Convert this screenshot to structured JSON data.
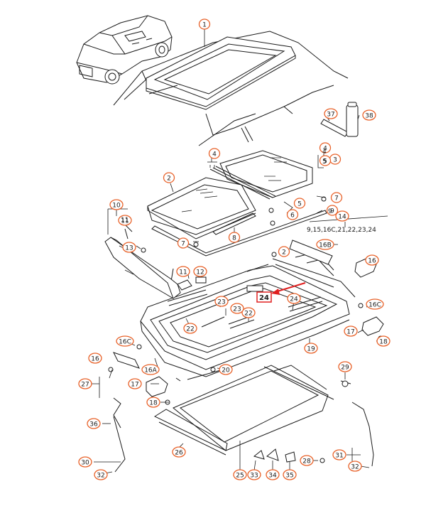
{
  "diagram": {
    "callouts": [
      {
        "id": "c1",
        "text": "1"
      },
      {
        "id": "c2a",
        "text": "2"
      },
      {
        "id": "c2b",
        "text": "2"
      },
      {
        "id": "c3",
        "text": "3"
      },
      {
        "id": "c4a",
        "text": "4"
      },
      {
        "id": "c4b",
        "text": "4"
      },
      {
        "id": "c5a",
        "text": "5"
      },
      {
        "id": "c5b",
        "text": "5"
      },
      {
        "id": "c6",
        "text": "6"
      },
      {
        "id": "c7a",
        "text": "7"
      },
      {
        "id": "c7b",
        "text": "7"
      },
      {
        "id": "c8",
        "text": "8"
      },
      {
        "id": "c9",
        "text": "9"
      },
      {
        "id": "c10",
        "text": "10"
      },
      {
        "id": "c11a",
        "text": "11"
      },
      {
        "id": "c11b",
        "text": "11"
      },
      {
        "id": "c12",
        "text": "12"
      },
      {
        "id": "c13",
        "text": "13"
      },
      {
        "id": "c14",
        "text": "14"
      },
      {
        "id": "c16a",
        "text": "16"
      },
      {
        "id": "c16b",
        "text": "16"
      },
      {
        "id": "c16A",
        "text": "16A"
      },
      {
        "id": "c16B",
        "text": "16B"
      },
      {
        "id": "c16Ca",
        "text": "16C"
      },
      {
        "id": "c16Cb",
        "text": "16C"
      },
      {
        "id": "c17a",
        "text": "17"
      },
      {
        "id": "c17b",
        "text": "17"
      },
      {
        "id": "c18a",
        "text": "18"
      },
      {
        "id": "c18b",
        "text": "18"
      },
      {
        "id": "c19",
        "text": "19"
      },
      {
        "id": "c20",
        "text": "20"
      },
      {
        "id": "c22a",
        "text": "22"
      },
      {
        "id": "c22b",
        "text": "22"
      },
      {
        "id": "c23a",
        "text": "23"
      },
      {
        "id": "c23b",
        "text": "23"
      },
      {
        "id": "c24a",
        "text": "24"
      },
      {
        "id": "c24b",
        "text": "24"
      },
      {
        "id": "c25",
        "text": "25"
      },
      {
        "id": "c26",
        "text": "26"
      },
      {
        "id": "c27",
        "text": "27"
      },
      {
        "id": "c28",
        "text": "28"
      },
      {
        "id": "c29",
        "text": "29"
      },
      {
        "id": "c30",
        "text": "30"
      },
      {
        "id": "c31",
        "text": "31"
      },
      {
        "id": "c32a",
        "text": "32"
      },
      {
        "id": "c32b",
        "text": "32"
      },
      {
        "id": "c33",
        "text": "33"
      },
      {
        "id": "c34",
        "text": "34"
      },
      {
        "id": "c35",
        "text": "35"
      },
      {
        "id": "c36",
        "text": "36"
      },
      {
        "id": "c37",
        "text": "37"
      },
      {
        "id": "c38",
        "text": "38"
      }
    ],
    "bracket_labels": {
      "b4": "4",
      "b5": "5",
      "b9": "9",
      "b11": "11",
      "b14_list": "9,15,16C,21,22,23,24"
    },
    "highlight": {
      "label": "24",
      "border_color": "#e02020",
      "arrow_color": "#e02020"
    },
    "callout_color": "#e8622a"
  }
}
